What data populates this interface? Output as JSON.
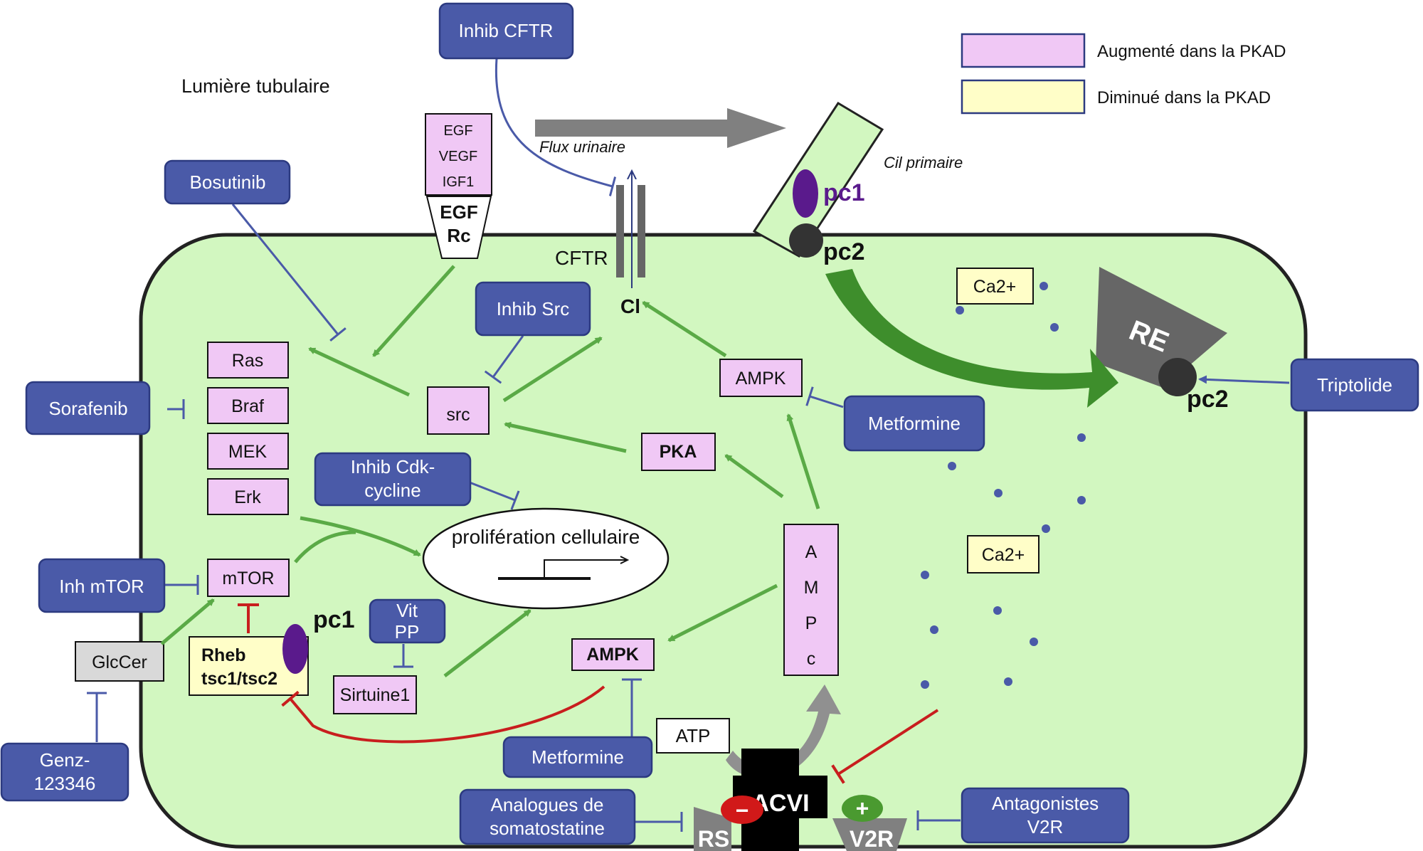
{
  "legend": {
    "increased": "Augmenté dans la PKAD",
    "decreased": "Diminué dans la PKAD"
  },
  "labels": {
    "lumen": "Lumière tubulaire",
    "urinary_flow": "Flux urinaire",
    "primary_cilium": "Cil primaire",
    "pc1": "pc1",
    "pc2": "pc2",
    "cftr": "CFTR",
    "cl": "Cl",
    "er": "RE",
    "egf_rc_1": "EGF",
    "egf_rc_2": "Rc",
    "growth_factors": [
      "EGF",
      "VEGF",
      "IGF1"
    ],
    "proliferation": "prolifération cellulaire",
    "acvi": "ACVI",
    "rs": "RS",
    "v2r": "V2R",
    "minus": "−",
    "plus": "+"
  },
  "boxes": {
    "ras": "Ras",
    "braf": "Braf",
    "mek": "MEK",
    "erk": "Erk",
    "src": "src",
    "pka": "PKA",
    "ampk_top": "AMPK",
    "ampk_bottom": "AMPK",
    "mtor": "mTOR",
    "sirtuine": "Sirtuine1",
    "ampc": [
      "A",
      "M",
      "P",
      "c"
    ],
    "ca_top": "Ca2+",
    "ca_mid": "Ca2+",
    "rheb_1": "Rheb",
    "rheb_2": "tsc1/tsc2",
    "glccer": "GlcCer",
    "atp": "ATP"
  },
  "drugs": {
    "inhib_cftr": "Inhib  CFTR",
    "bosutinib": "Bosutinib",
    "inhib_src": "Inhib Src",
    "sorafenib": "Sorafenib",
    "inhib_cdk_1": "Inhib  Cdk-",
    "inhib_cdk_2": "cycline",
    "metformine_top": "Metformine",
    "triptolide": "Triptolide",
    "inh_mtor": "Inh mTOR",
    "vit_pp_1": "Vit",
    "vit_pp_2": "PP",
    "genz_1": "Genz-",
    "genz_2": "123346",
    "metformine_bottom": "Metformine",
    "somatostatin_1": "Analogues  de",
    "somatostatin_2": "somatostatine",
    "antagonists_1": "Antagonistes",
    "antagonists_2": "V2R"
  },
  "colors": {
    "cell": "#d2f7c0",
    "drug": "#4a5aa8",
    "increased": "#f0c8f5",
    "decreased": "#fffec8",
    "activation": "#5aaa46",
    "inhibition_drug": "#4a5aa8",
    "inhibition_red": "#c81e1e",
    "calcium_dot": "#4a5aa8"
  }
}
